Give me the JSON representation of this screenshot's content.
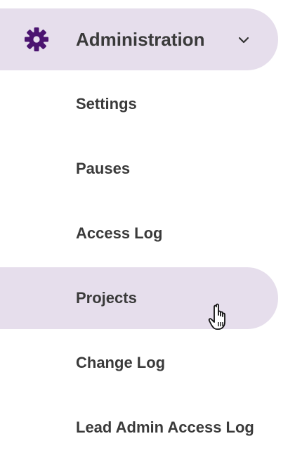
{
  "nav": {
    "section": {
      "label": "Administration",
      "icon": "gear-icon",
      "toggle_icon": "chevron-down-icon",
      "expanded": true
    },
    "items": [
      {
        "label": "Settings",
        "active": false
      },
      {
        "label": "Pauses",
        "active": false
      },
      {
        "label": "Access Log",
        "active": false
      },
      {
        "label": "Projects",
        "active": true
      },
      {
        "label": "Change Log",
        "active": false
      },
      {
        "label": "Lead Admin Access Log",
        "active": false
      }
    ]
  },
  "colors": {
    "accent": "#4b1470",
    "highlight": "#e6deec",
    "text": "#3a3a3a"
  },
  "cursor": {
    "icon": "hand-pointer-icon"
  }
}
